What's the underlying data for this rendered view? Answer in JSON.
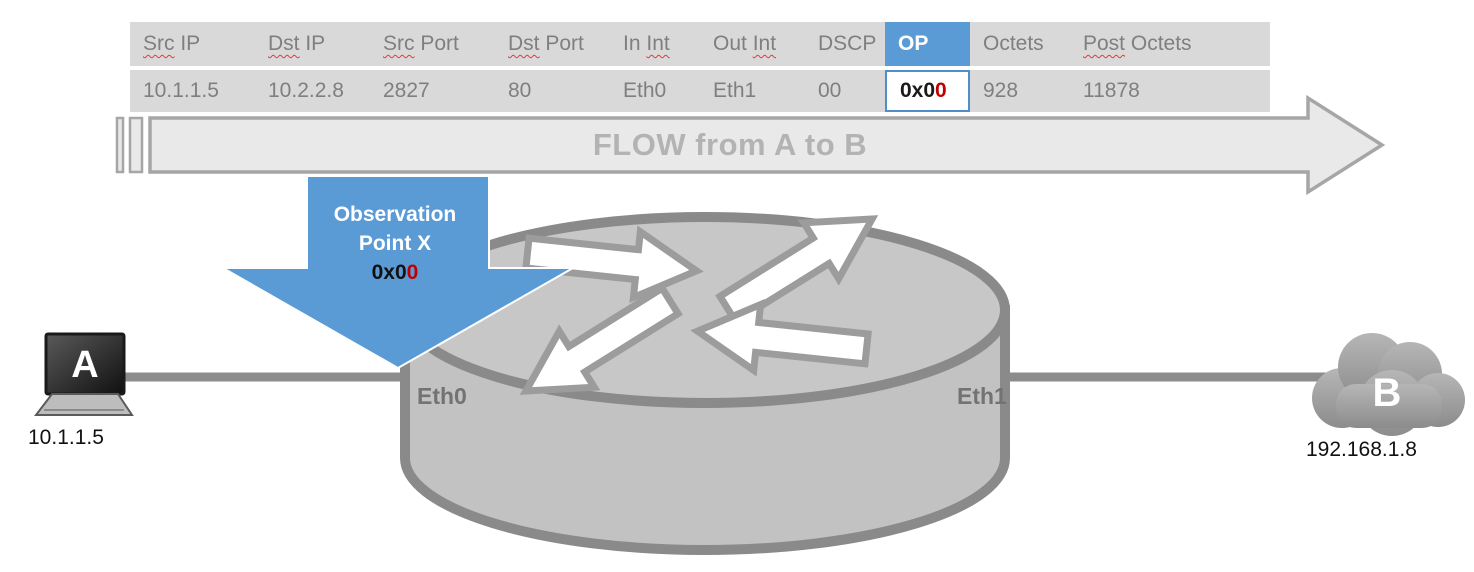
{
  "colors": {
    "accent_blue": "#5b9bd5",
    "alert_red": "#c00000",
    "table_gray": "#d9d9d9",
    "text_gray": "#7f7f7f",
    "shape_gray": "#a6a6a6"
  },
  "table": {
    "headers": [
      {
        "t1": "",
        "w": "Src",
        "t2": " IP"
      },
      {
        "t1": "",
        "w": "Dst",
        "t2": " IP"
      },
      {
        "t1": "",
        "w": "Src",
        "t2": " Port"
      },
      {
        "t1": "",
        "w": "Dst",
        "t2": " Port"
      },
      {
        "t1": "In ",
        "w": "Int",
        "t2": ""
      },
      {
        "t1": "Out ",
        "w": "Int",
        "t2": ""
      },
      {
        "t1": "DSCP",
        "w": "",
        "t2": ""
      },
      {
        "t1": "OP",
        "w": "",
        "t2": ""
      },
      {
        "t1": "Octets",
        "w": "",
        "t2": ""
      },
      {
        "t1": "",
        "w": "Post",
        "t2": " Octets"
      }
    ],
    "values": [
      "10.1.1.5",
      "10.2.2.8",
      "2827",
      "80",
      "Eth0",
      "Eth1",
      "00",
      "",
      "928",
      "11878"
    ],
    "op_value": {
      "main": "0x0",
      "red": "0"
    }
  },
  "flow_arrow": {
    "label": "FLOW from A to B"
  },
  "observation": {
    "line1": "Observation",
    "line2": "Point X",
    "code_main": "0x0",
    "code_red": "0"
  },
  "router": {
    "eth0": "Eth0",
    "eth1": "Eth1"
  },
  "host_a": {
    "label": "A",
    "ip": "10.1.1.5"
  },
  "host_b": {
    "label": "B",
    "ip": "192.168.1.8"
  }
}
